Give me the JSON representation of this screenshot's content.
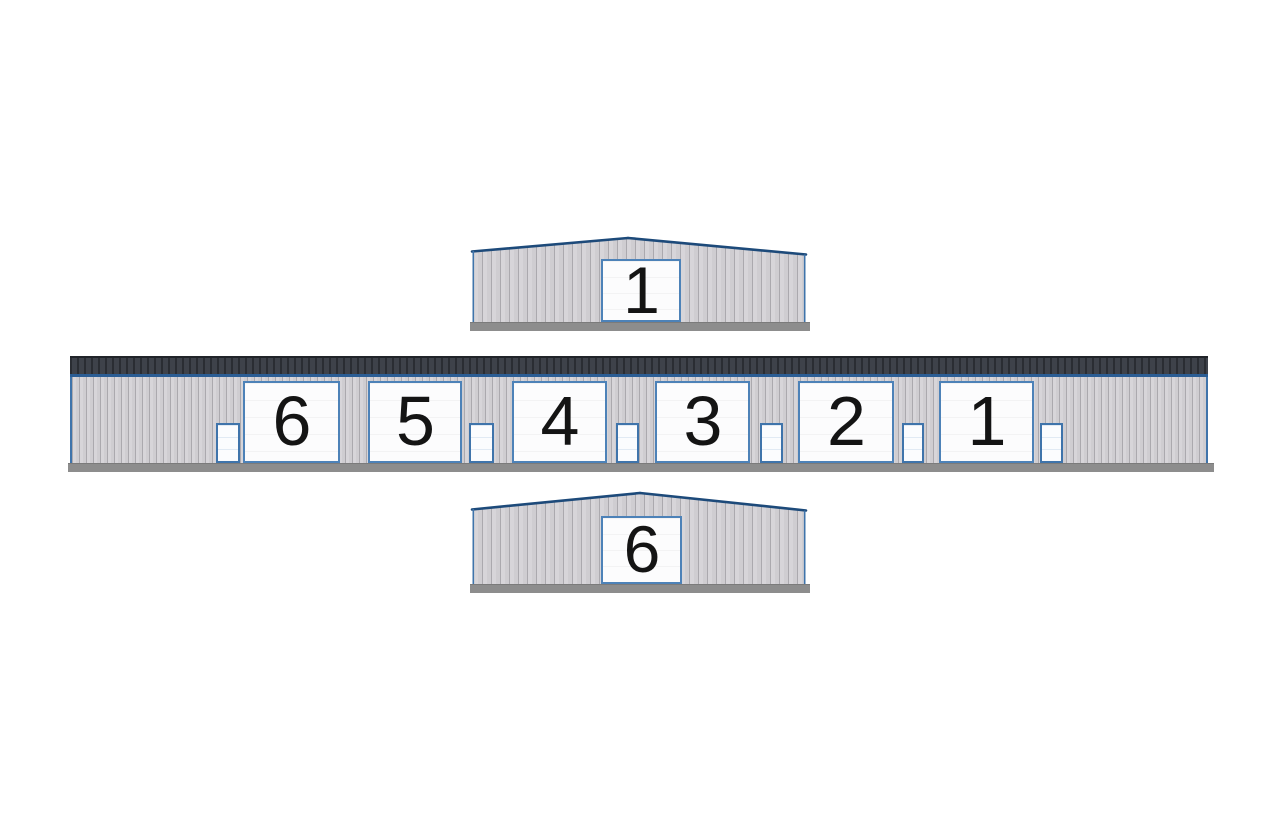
{
  "drawing_type": "storage-building-elevations",
  "colors": {
    "background": "#ffffff",
    "wall_panel": "#d7d5d9",
    "wall_rib": "#aba9ae",
    "roof_fascia": "#34373d",
    "eave_accent": "#2b5d94",
    "roof_edge_line": "#1d4a7a",
    "door_border": "#4d82b8",
    "man_door_border": "#3f74ab",
    "foundation": "#8d8d8d",
    "door_number": "#141414"
  },
  "end_elevation_top": {
    "door_label": "1"
  },
  "front_elevation": {
    "overhead_doors": [
      {
        "label": "6"
      },
      {
        "label": "5"
      },
      {
        "label": "4"
      },
      {
        "label": "3"
      },
      {
        "label": "2"
      },
      {
        "label": "1"
      }
    ],
    "man_door_count": 6
  },
  "end_elevation_bottom": {
    "door_label": "6"
  }
}
